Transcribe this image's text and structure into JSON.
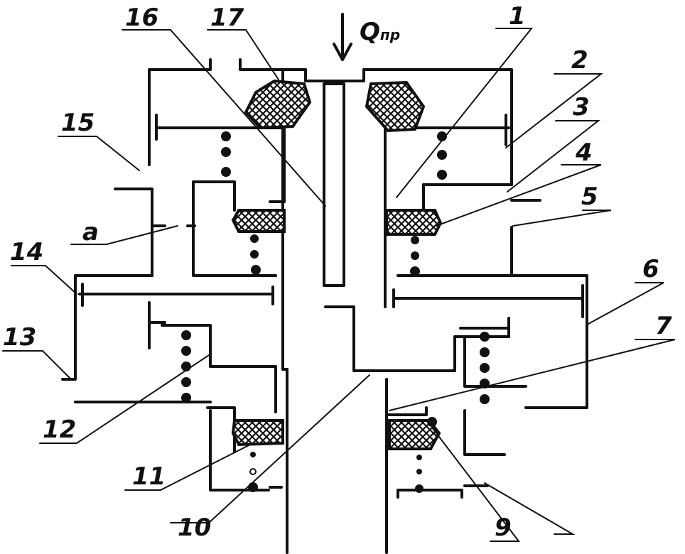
{
  "flow_label": {
    "main": "Q",
    "sub": "пр"
  },
  "callouts": [
    {
      "id": "1",
      "text": "1"
    },
    {
      "id": "2",
      "text": "2"
    },
    {
      "id": "3",
      "text": "3"
    },
    {
      "id": "4",
      "text": "4"
    },
    {
      "id": "5",
      "text": "5"
    },
    {
      "id": "6",
      "text": "6"
    },
    {
      "id": "7",
      "text": "7"
    },
    {
      "id": "9",
      "text": "9"
    },
    {
      "id": "10",
      "text": "10"
    },
    {
      "id": "11",
      "text": "11"
    },
    {
      "id": "12",
      "text": "12"
    },
    {
      "id": "13",
      "text": "13"
    },
    {
      "id": "14",
      "text": "14"
    },
    {
      "id": "15",
      "text": "15"
    },
    {
      "id": "16",
      "text": "16"
    },
    {
      "id": "17",
      "text": "17"
    },
    {
      "id": "a",
      "text": "a"
    }
  ]
}
